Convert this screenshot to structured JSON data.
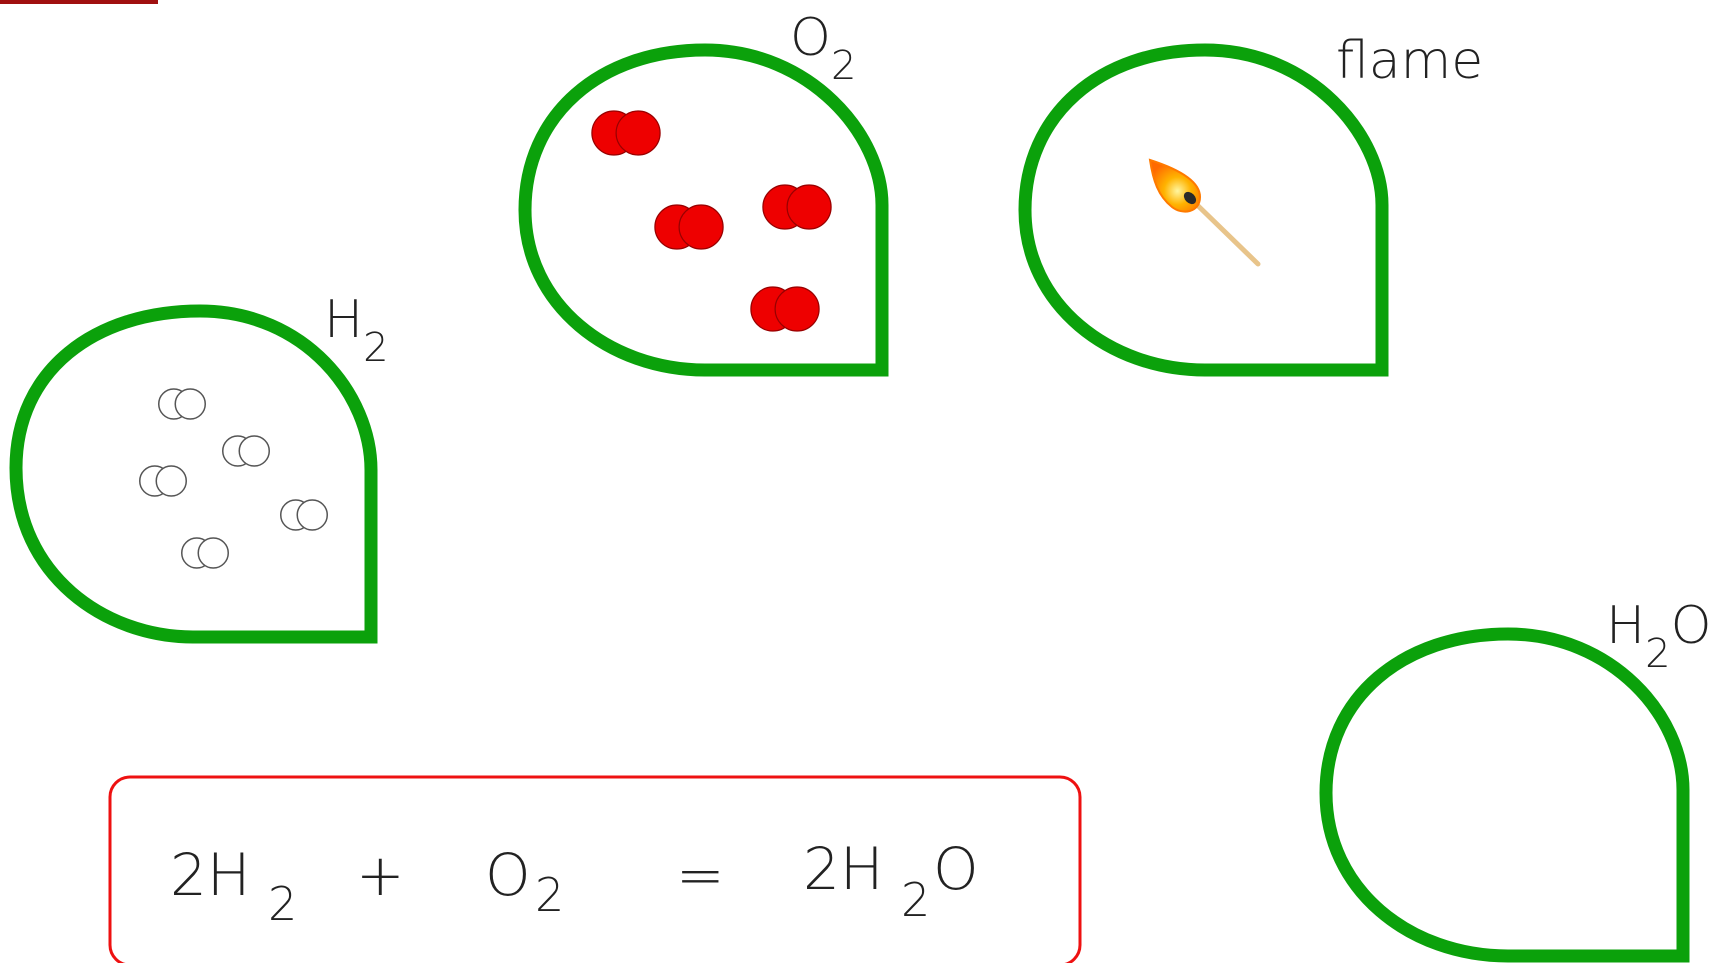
{
  "colors": {
    "container": "#0ba10b",
    "oxygen": "#ee0000",
    "hydrogen": "#ffffff",
    "equation_border": "#ee1111",
    "corner_tab": "#a01010",
    "text": "#222222"
  },
  "containers": [
    {
      "id": "h2",
      "label_main": "H",
      "label_sub": "2",
      "label_tail": ""
    },
    {
      "id": "o2",
      "label_main": "O",
      "label_sub": "2",
      "label_tail": ""
    },
    {
      "id": "flame",
      "label_main": "flame",
      "label_sub": "",
      "label_tail": ""
    },
    {
      "id": "h2o",
      "label_main": "H",
      "label_sub": "2",
      "label_tail": "O"
    }
  ],
  "molecules": {
    "hydrogen_count": 5,
    "oxygen_count": 4
  },
  "match_icon": "match-icon",
  "equation": {
    "reactant1_coef": "2H",
    "reactant1_sub": "2",
    "plus": "+",
    "reactant2": "O",
    "reactant2_sub": "2",
    "equals": "=",
    "product_coef": "2H",
    "product_sub": "2",
    "product_tail": "O"
  }
}
